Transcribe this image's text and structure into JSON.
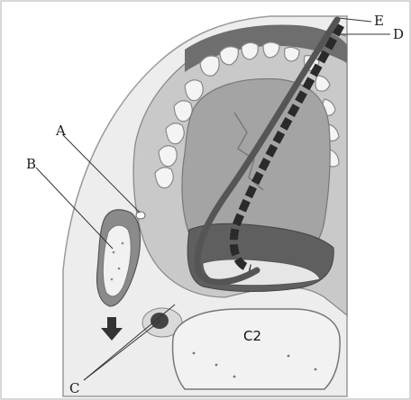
{
  "labels": {
    "A": "A",
    "B": "B",
    "C": "C",
    "D": "D",
    "E": "E",
    "vertebra": "C2"
  },
  "colors": {
    "border": "#bdbdbd",
    "background": "#ffffff",
    "soft_tissue_outer": "#ececec",
    "soft_tissue_mid": "#d4d4d4",
    "tissue_dark": "#6b6b6b",
    "tongue": "#a8a8a8",
    "teeth": "#f4f4f4",
    "bone": "#f2f2f2",
    "instrument_dark": "#3a3a3a",
    "instrument_dash": "#1e1e1e"
  },
  "icons": {
    "arrow": "down-arrow-icon"
  }
}
